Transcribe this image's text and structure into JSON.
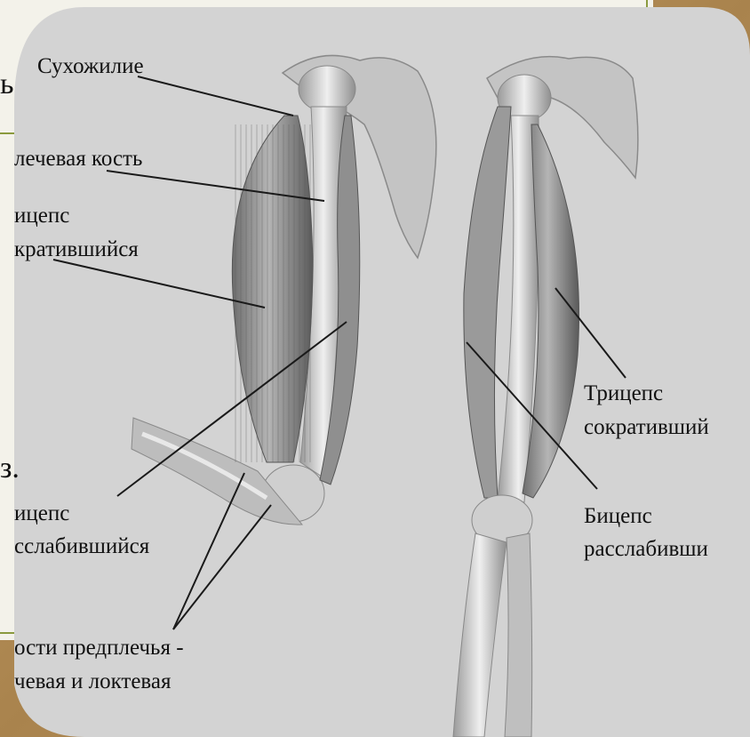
{
  "slide": {
    "left_fragment_1": "ь",
    "left_fragment_2": "з."
  },
  "diagram": {
    "labels": {
      "tendon": "Сухожилие",
      "humerus": "лечевая кость",
      "biceps_contracted_1": "ицепс",
      "biceps_contracted_2": "кратившийся",
      "biceps_relaxed_left_1": "ицепс",
      "biceps_relaxed_left_2": "сслабившийся",
      "forearm_bones_1": "ости предплечья -",
      "forearm_bones_2": "чевая и локтевая",
      "triceps_contracted_1": "Трицепс",
      "triceps_contracted_2": "сокративший",
      "biceps_relaxed_right_1": "Бицепс",
      "biceps_relaxed_right_2": "расслабивши"
    }
  },
  "colors": {
    "backdrop": "#b5905a",
    "slide": "#f3f2ea",
    "panel": "#d3d3d3",
    "accent_line": "#8a9a3e"
  }
}
